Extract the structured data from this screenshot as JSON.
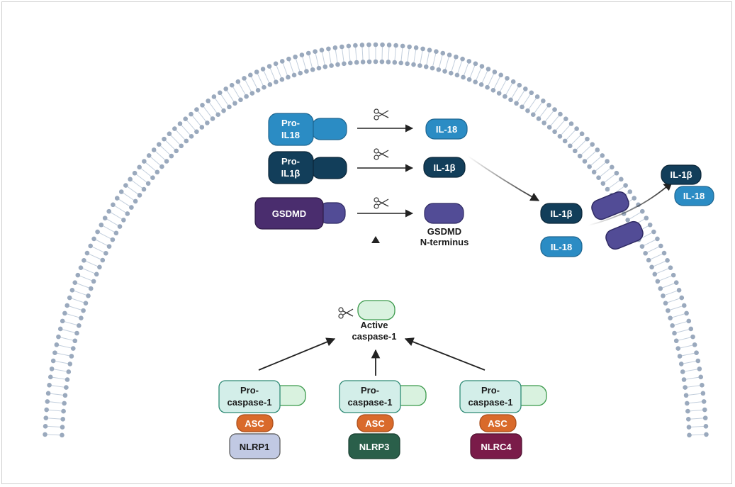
{
  "colors": {
    "membrane_head": "#9aa9bd",
    "membrane_tail": "#c3cfdd",
    "il18": "#2b8cc4",
    "il1b": "#123e5a",
    "gsdmd": "#4a2d6e",
    "gsdmd_n": "#524c96",
    "caspase_fill": "#d9f2df",
    "caspase_stroke": "#3c9a4c",
    "procasp_fill": "#d3eee9",
    "procasp_stroke": "#2f8b75",
    "asc": "#d96a2b",
    "nlrp1": "#c1c9e3",
    "nlrp3": "#2a5f4a",
    "nlrc4": "#7a1b49"
  },
  "labels": {
    "pro_il18": [
      "Pro-",
      "IL18"
    ],
    "pro_il1b": [
      "Pro-",
      "IL1β"
    ],
    "gsdmd": "GSDMD",
    "il18": "IL-18",
    "il1b": "IL-1β",
    "gsdmd_nterm": [
      "GSDMD",
      "N-terminus"
    ],
    "active_caspase": [
      "Active",
      "caspase-1"
    ],
    "pro_caspase": [
      "Pro-",
      "caspase-1"
    ],
    "asc": "ASC",
    "nlrp1": "NLRP1",
    "nlrp3": "NLRP3",
    "nlrc4": "NLRC4"
  }
}
